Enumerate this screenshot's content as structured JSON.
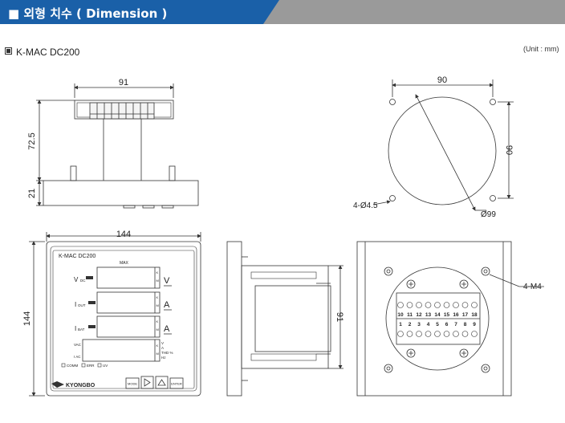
{
  "header": {
    "title": "■ 외형 치수 ( Dimension )"
  },
  "model": "K-MAC DC200",
  "unit": "(Unit : mm)",
  "dims": {
    "side_width": "91",
    "side_height": "72.5",
    "side_depth": "21",
    "hole_spacing_x": "90",
    "hole_spacing_y": "90",
    "hole_callout": "4-Ø4.5",
    "circle_callout": "Ø99",
    "front_width": "144",
    "front_height": "144",
    "profile_height": "91",
    "screw_callout": "4-M4"
  },
  "front": {
    "model_label": "K-MAC DC200",
    "max_label": "MAX",
    "row1_label": "V",
    "row1_sub": "DC",
    "row1_unit": "V",
    "row2_label": "I",
    "row2_sub": "OUT",
    "row2_unit": "A",
    "row3_label": "I",
    "row3_sub": "BAT",
    "row3_unit": "A",
    "row4_top": "VAC",
    "row4_bottom": "I AC",
    "side_letters": [
      "K",
      "M"
    ],
    "aux_units": [
      "V",
      "A",
      "THD %",
      "Hz"
    ],
    "status": [
      "COMM",
      "ERR",
      "UV"
    ],
    "brand": "KYONGBO",
    "buttons": [
      "MODE",
      "ENTER"
    ]
  },
  "rear": {
    "terminals_top": [
      "10",
      "11",
      "12",
      "13",
      "14",
      "15",
      "16",
      "17",
      "18"
    ],
    "terminals_bottom": [
      "1",
      "2",
      "3",
      "4",
      "5",
      "6",
      "7",
      "8",
      "9"
    ]
  }
}
